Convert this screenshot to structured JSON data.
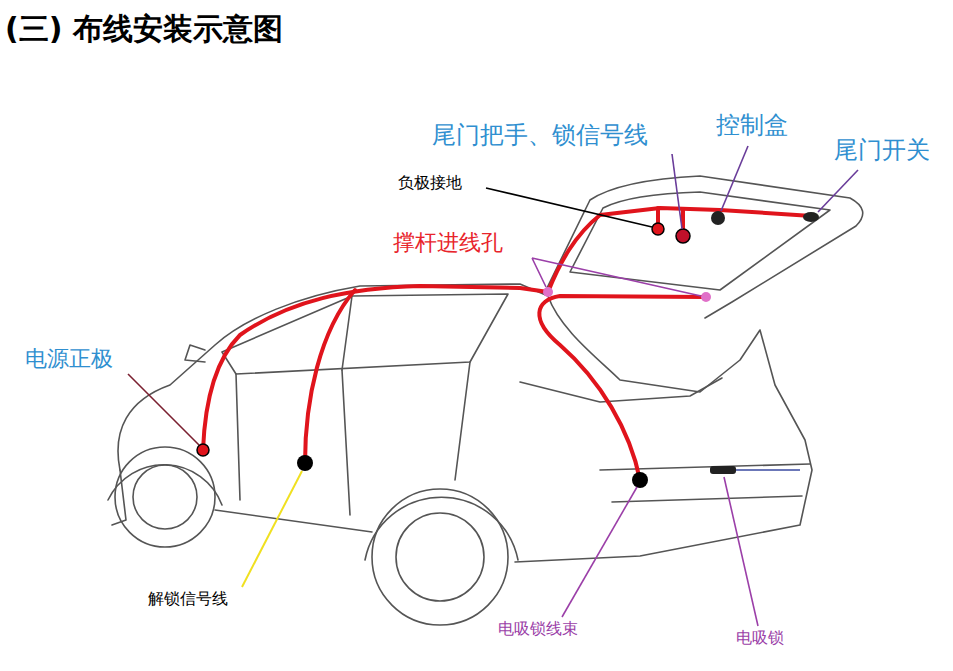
{
  "diagram": {
    "title": "(三) 布线安装示意图",
    "labels": [
      "尾门把手、锁信号线",
      "控制盒",
      "尾门开关",
      "负极接地",
      "撑杆进线孔",
      "电源正极",
      "解锁信号线",
      "电吸锁线束",
      "电吸锁"
    ]
  }
}
